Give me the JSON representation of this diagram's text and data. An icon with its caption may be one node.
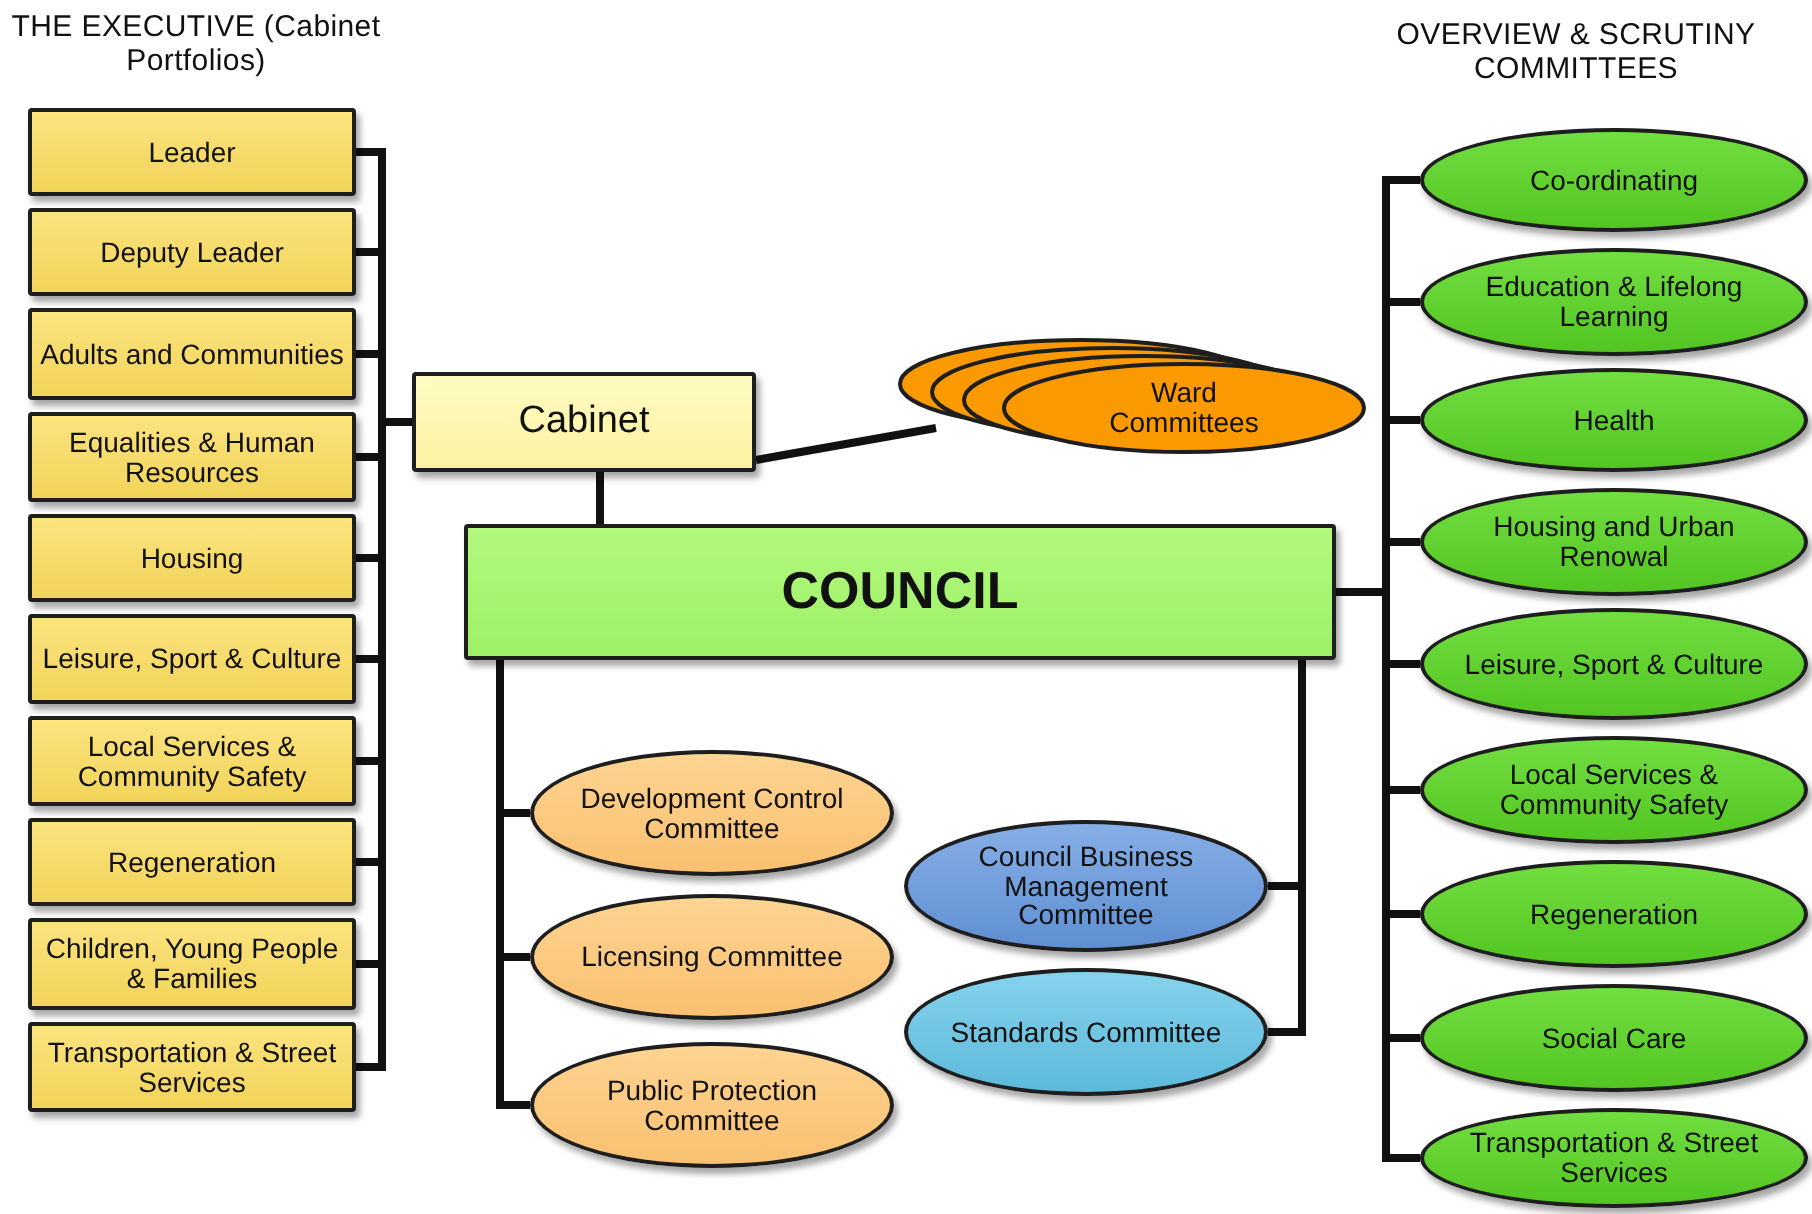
{
  "diagram": {
    "nodes": [
      {
        "text": [
          "Leader"
        ]
      },
      {
        "text": [
          "Deputy Leader"
        ]
      },
      {
        "text": [
          "Adults and Communities"
        ]
      },
      {
        "text": [
          "Equalities & Human Resources"
        ]
      },
      {
        "text": [
          "Housing"
        ]
      },
      {
        "text": [
          "Leisure, Sport & Culture"
        ]
      },
      {
        "text": [
          "Local Services & Community Safety"
        ]
      },
      {
        "text": [
          "Regeneration"
        ]
      },
      {
        "text": [
          "Children, Young People & Families"
        ]
      },
      {
        "text": [
          "Transportation & Street Services"
        ]
      },
      {
        "text": [
          "Cabinet"
        ]
      },
      {
        "text": [
          "Ward Committees"
        ]
      },
      {
        "text": [
          "COUNCIL"
        ]
      },
      {
        "text": [
          "Development Control Committee"
        ]
      },
      {
        "text": [
          "Licensing Committee"
        ]
      },
      {
        "text": [
          "Public Protection Committee"
        ]
      },
      {
        "text": [
          "Council Business Management Committee"
        ]
      },
      {
        "text": [
          "Standards Committee"
        ]
      },
      {
        "text": [
          "Co-ordinating"
        ]
      },
      {
        "text": [
          "Education & Lifelong Learning"
        ]
      },
      {
        "text": [
          "Health"
        ]
      },
      {
        "text": [
          "Housing and Urban Renowal"
        ]
      },
      {
        "text": [
          "Leisure, Sport & Culture"
        ]
      },
      {
        "text": [
          "Local Services & Community Safety"
        ]
      },
      {
        "text": [
          "Regeneration"
        ]
      },
      {
        "text": [
          "Social Care"
        ]
      },
      {
        "text": [
          "Transportation & Street Services"
        ]
      }
    ],
    "edges": [
      {
        "from": 0,
        "to": 10,
        "arrow": "none"
      },
      {
        "from": 1,
        "to": 10,
        "arrow": "none"
      },
      {
        "from": 2,
        "to": 10,
        "arrow": "none"
      },
      {
        "from": 3,
        "to": 10,
        "arrow": "none"
      },
      {
        "from": 4,
        "to": 10,
        "arrow": "none"
      },
      {
        "from": 5,
        "to": 10,
        "arrow": "none"
      },
      {
        "from": 6,
        "to": 10,
        "arrow": "none"
      },
      {
        "from": 7,
        "to": 10,
        "arrow": "none"
      },
      {
        "from": 8,
        "to": 10,
        "arrow": "none"
      },
      {
        "from": 9,
        "to": 10,
        "arrow": "none"
      },
      {
        "from": 10,
        "to": 12,
        "arrow": "none"
      },
      {
        "from": 10,
        "to": 11,
        "arrow": "none"
      },
      {
        "from": 12,
        "to": 13,
        "arrow": "none"
      },
      {
        "from": 12,
        "to": 14,
        "arrow": "none"
      },
      {
        "from": 12,
        "to": 15,
        "arrow": "none"
      },
      {
        "from": 12,
        "to": 16,
        "arrow": "none"
      },
      {
        "from": 12,
        "to": 17,
        "arrow": "none"
      },
      {
        "from": 12,
        "to": 18,
        "arrow": "none"
      },
      {
        "from": 12,
        "to": 19,
        "arrow": "none"
      },
      {
        "from": 12,
        "to": 20,
        "arrow": "none"
      },
      {
        "from": 12,
        "to": 21,
        "arrow": "none"
      },
      {
        "from": 12,
        "to": 22,
        "arrow": "none"
      },
      {
        "from": 12,
        "to": 23,
        "arrow": "none"
      },
      {
        "from": 12,
        "to": 24,
        "arrow": "none"
      },
      {
        "from": 12,
        "to": 25,
        "arrow": "none"
      },
      {
        "from": 12,
        "to": 26,
        "arrow": "none"
      }
    ],
    "labels": [
      "THE EXECUTIVE (Cabinet Portfolios)",
      "OVERVIEW & SCRUTINY COMMITTEES"
    ]
  }
}
